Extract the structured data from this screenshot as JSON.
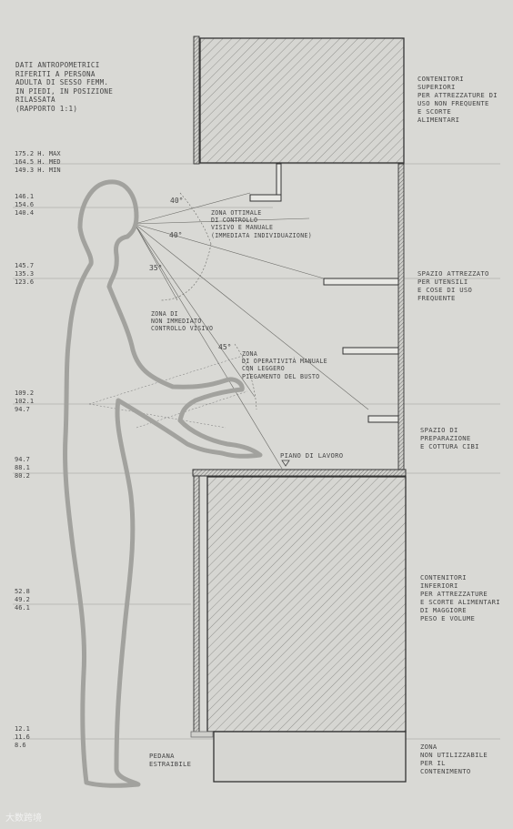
{
  "title_lines": [
    "DATI ANTROPOMETRICI",
    "RIFERITI A PERSONA",
    "ADULTA DI SESSO FEMM.",
    "IN PIEDI, IN POSIZIONE",
    "RILASSATA",
    "(RAPPORTO 1:1)"
  ],
  "measure_groups": [
    [
      "175.2 H. MAX",
      "164.5 H. MED",
      "149.3 H. MIN"
    ],
    [
      "146.1",
      "154.6",
      "140.4"
    ],
    [
      "145.7",
      "135.3",
      "123.6"
    ],
    [
      "109.2",
      "102.1",
      "94.7"
    ],
    [
      "94.7",
      "88.1",
      "80.2"
    ],
    [
      "52.8",
      "49.2",
      "46.1"
    ],
    [
      "12.1",
      "11.6",
      "8.6"
    ]
  ],
  "angles": [
    "40°",
    "40°",
    "35°",
    "45°"
  ],
  "zones": {
    "optimal": [
      "ZONA OTTIMALE",
      "DI CONTROLLO",
      "VISIVO E MANUALE",
      "(IMMEDIATA INDIVIDUAZIONE)"
    ],
    "non_immediate": [
      "ZONA DI",
      "NON IMMEDIATO",
      "CONTROLLO VISIVO"
    ],
    "operative": [
      "ZONA",
      "DI OPERATIVITÀ MANUALE",
      "CON LEGGERO",
      "PIEGAMENTO DEL BUSTO"
    ]
  },
  "worktop_label": "PIANO DI LAVORO",
  "footrest_label": [
    "PEDANA",
    "ESTRAIBILE"
  ],
  "right_labels": {
    "upper": [
      "CONTENITORI",
      "SUPERIORI",
      "PER ATTREZZATURE DI",
      "USO NON FREQUENTE",
      "E SCORTE",
      "ALIMENTARI"
    ],
    "tools": [
      "SPAZIO ATTREZZATO",
      "PER UTENSILI",
      "E COSE DI USO",
      "FREQUENTE"
    ],
    "prep": [
      "SPAZIO DI",
      "PREPARAZIONE",
      "E COTTURA CIBI"
    ],
    "lower": [
      "CONTENITORI",
      "INFERIORI",
      "PER ATTREZZATURE",
      "E SCORTE ALIMENTARI",
      "DI MAGGIORE",
      "PESO E VOLUME"
    ],
    "unusable": [
      "ZONA",
      "NON UTILIZZABILE",
      "PER IL",
      "CONTENIMENTO"
    ]
  },
  "watermark": "大数跨境",
  "colors": {
    "paper": "#d9d9d5",
    "ink": "#3c3c3c",
    "figure": "#9a9a96"
  }
}
